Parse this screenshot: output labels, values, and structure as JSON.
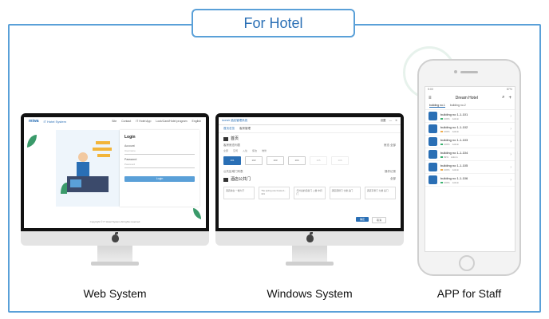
{
  "title": "For Hotel",
  "captions": {
    "web": "Web System",
    "windows": "Windows System",
    "app": "APP for Staff"
  },
  "web_system": {
    "logo": "miwa",
    "brand": "IT Hotel System",
    "nav": [
      "Site",
      "Contact",
      "IT Hotel App",
      "Lock/Card/Hotel program",
      "English"
    ],
    "login_title": "Login",
    "account_label": "Account",
    "account_placeholder": "Username",
    "password_label": "Password",
    "password_placeholder": "Password",
    "login_button": "Login",
    "footer": "Copyright © IT Hotel System All rights reserved"
  },
  "windows_system": {
    "app_name": "iconsir 酒店管理系统",
    "controls": [
      "设置",
      "—",
      "✕"
    ],
    "tabs": [
      "首页总览",
      "客房管理"
    ],
    "section1": "首页",
    "sub_left": "客房房态列表",
    "sub_right": "房态 全部",
    "filters": [
      "全部",
      "空闲",
      "入住",
      "保洁",
      "维修"
    ],
    "rooms": [
      "101",
      "102",
      "103",
      "104",
      "105",
      "106"
    ],
    "sub2_left": "公共区域门列表",
    "sub2_right": "操作记录",
    "section2": "酒店公共门",
    "section2_right": "全部",
    "cards": [
      "酒店前台 一楼大厅",
      "The spring one house 1-101",
      "与外出的走廊门 二楼 中间门",
      "酒店西侧门 七楼 后门",
      "酒店东侧门 七楼 后门"
    ],
    "primary_button": "确定",
    "secondary_button": "取消"
  },
  "app": {
    "status_left": "5:00",
    "status_right": "87%",
    "title": "Dream Hotel",
    "tabs": [
      "building no.1",
      "building no.2"
    ],
    "items": [
      {
        "name": "building no 1-1-101",
        "battery": "100%",
        "tag": "Admin",
        "low": false
      },
      {
        "name": "building no 1-1-102",
        "battery": "100%",
        "tag": "Admin",
        "low": true
      },
      {
        "name": "building no 1-1-103",
        "battery": "100%",
        "tag": "Admin",
        "low": false
      },
      {
        "name": "building no 1-1-104",
        "battery": "99%",
        "tag": "Admin",
        "low": false
      },
      {
        "name": "building no 1-1-105",
        "battery": "100%",
        "tag": "Admin",
        "low": true
      },
      {
        "name": "building no 1-1-106",
        "battery": "100%",
        "tag": "Admin",
        "low": false
      }
    ]
  },
  "colors": {
    "accent": "#5aa0d8",
    "brand": "#2a6fb5"
  }
}
